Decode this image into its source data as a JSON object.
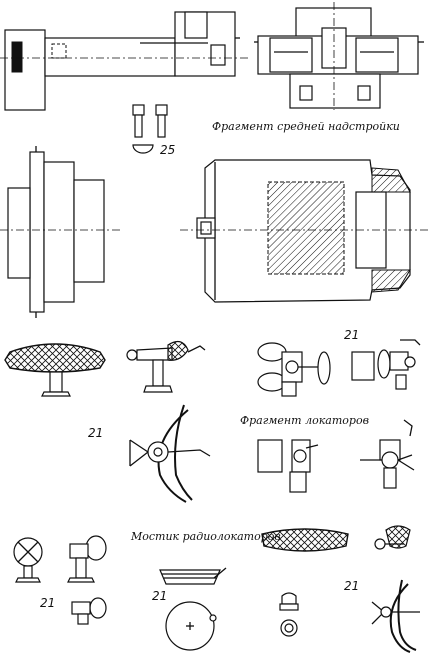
{
  "labels": {
    "fragment_mid_superstructure": "Фрагмент средней надстройки",
    "fragment_locators": "Фрагмент локаторов",
    "radar_bridge": "Мостик радиолокаторов"
  },
  "part_numbers": {
    "n25": "25",
    "n21_a": "21",
    "n21_b": "21",
    "n21_c": "21",
    "n21_d": "21",
    "n21_e": "21"
  }
}
